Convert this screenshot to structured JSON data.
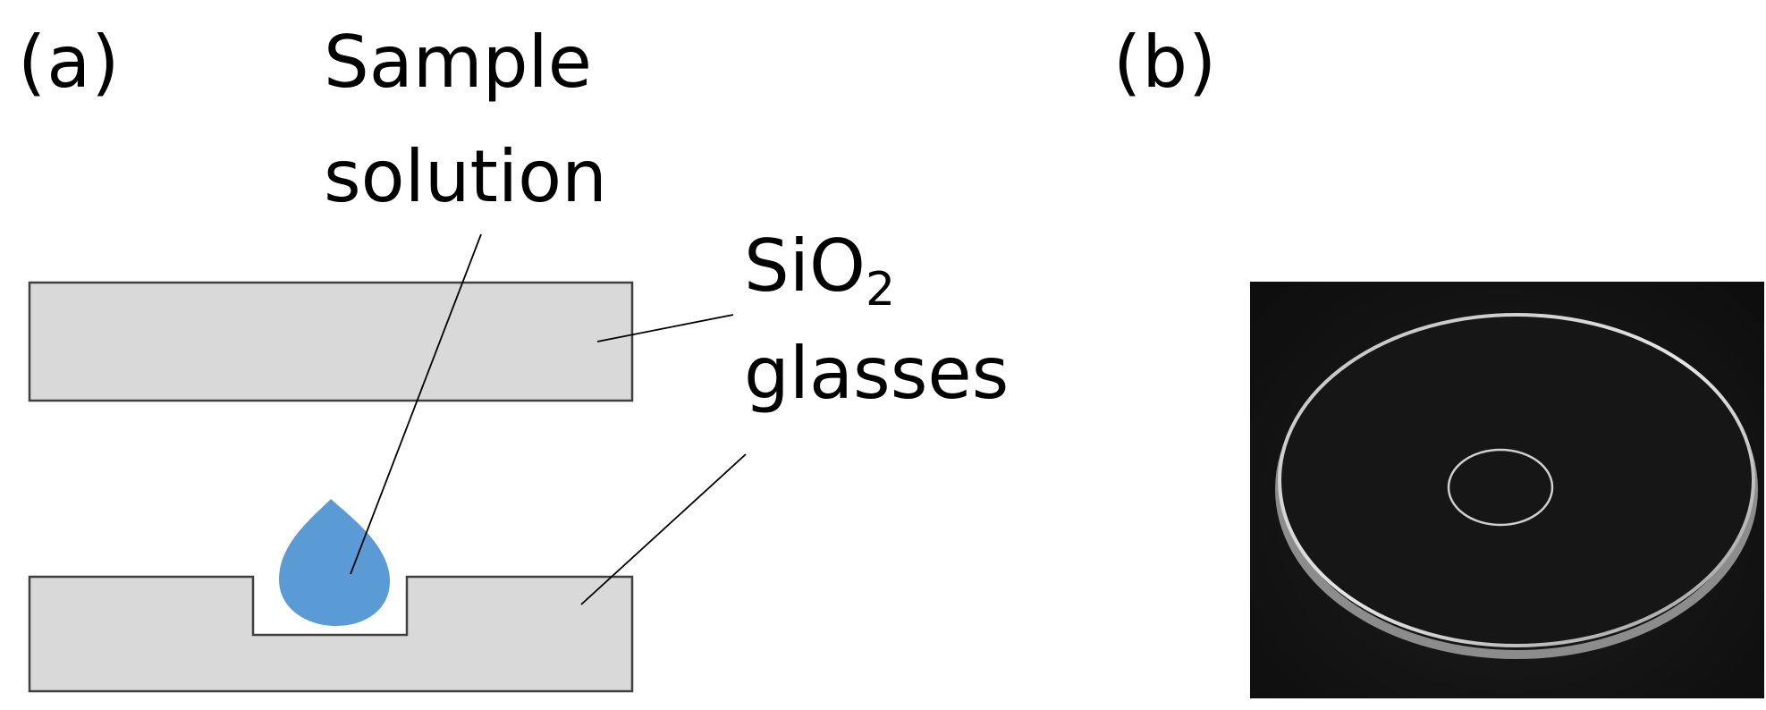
{
  "panel_a": {
    "label": "(a)",
    "sample_label_line1": "Sample",
    "sample_label_line2": "solution",
    "sio2_label_main": "SiO",
    "sio2_label_subscript": "2",
    "glasses_label": "glasses"
  },
  "panel_b": {
    "label": "(b)"
  },
  "colors": {
    "glass_fill": "#d9d9d9",
    "droplet_fill": "#5b9bd5",
    "photo_background": "#121212"
  }
}
